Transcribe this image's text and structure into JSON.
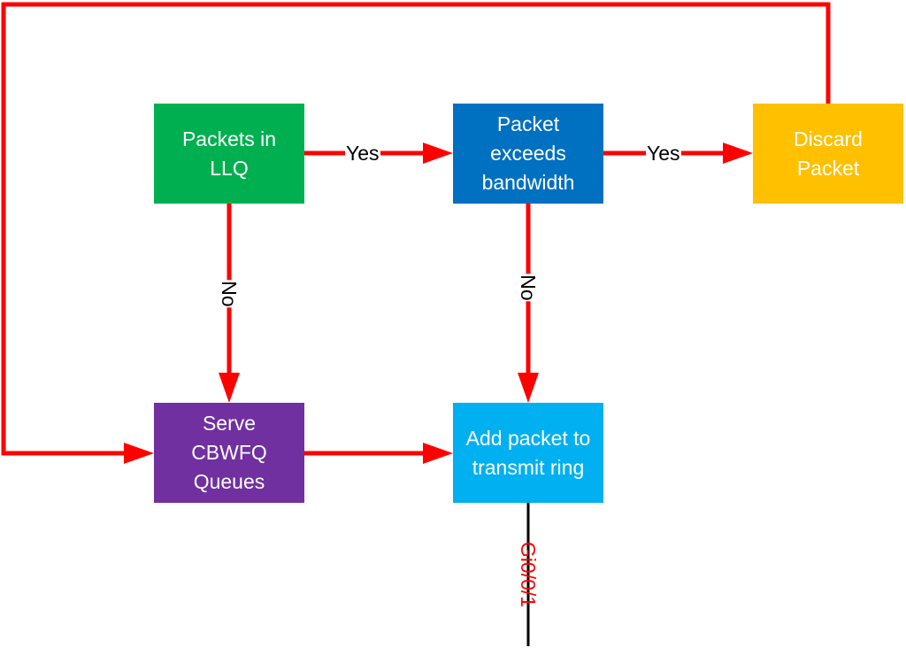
{
  "nodes": {
    "packets_in_llq": {
      "line1": "Packets in",
      "line2": "LLQ"
    },
    "packet_exceeds_bandwidth": {
      "line1": "Packet",
      "line2": "exceeds",
      "line3": "bandwidth"
    },
    "discard_packet": {
      "line1": "Discard",
      "line2": "Packet"
    },
    "serve_cbwfq_queues": {
      "line1": "Serve",
      "line2": "CBWFQ",
      "line3": "Queues"
    },
    "add_packet_to_transmit_ring": {
      "line1": "Add packet to",
      "line2": "transmit ring"
    }
  },
  "edges": {
    "llq_to_exceeds": "Yes",
    "exceeds_to_discard": "Yes",
    "llq_to_cbwfq": "No",
    "exceeds_to_ring": "No"
  },
  "interface": {
    "label": "Gi0/0/1"
  },
  "colors": {
    "arrow": "#ff0000",
    "llq": "#00b050",
    "exceeds": "#0070c0",
    "discard": "#ffc000",
    "cbwfq": "#7030a0",
    "ring": "#00b0f0"
  }
}
